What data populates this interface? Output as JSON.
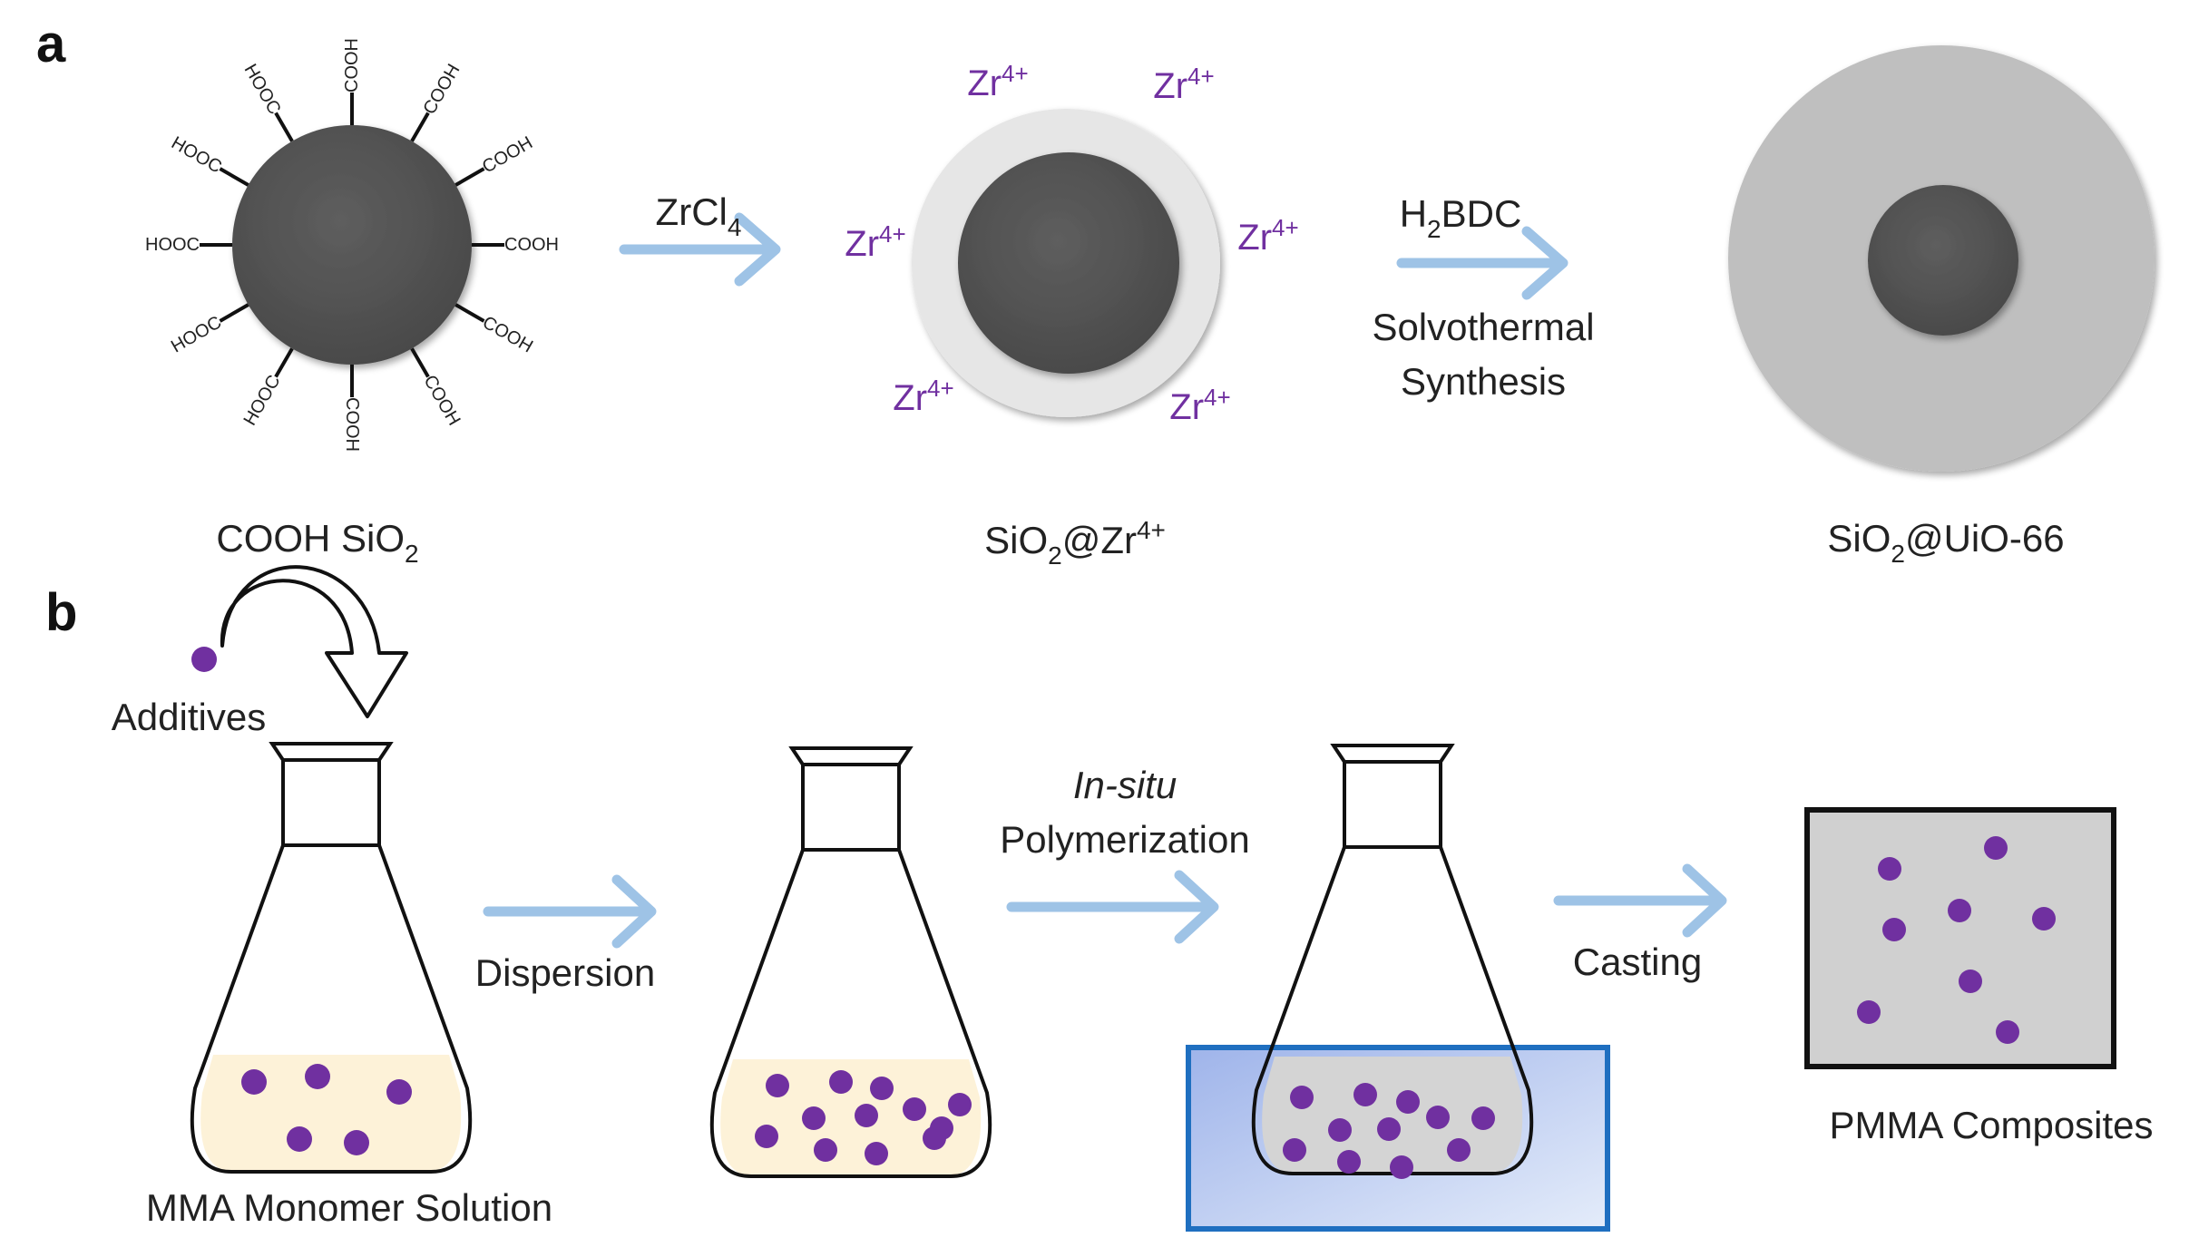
{
  "panels": {
    "a": "a",
    "b": "b"
  },
  "colors": {
    "arrow": "#9ec3e6",
    "zr_ion": "#7030a0",
    "particle": "#7030a0",
    "core": "#555555",
    "shell_zr": "#e6e6e6",
    "shell_uio": "#c0c0c0",
    "solution": "#fdf2d8",
    "bath": "#a9bde8",
    "bath_border": "#1f6fc0",
    "composite": "#d0d0d0"
  },
  "panel_a": {
    "step1": {
      "label_main": "COOH SiO",
      "label_sub": "2",
      "group": "COOH",
      "group_left": "HOOC"
    },
    "arrow1": {
      "reagent_main": "ZrCl",
      "reagent_sub": "4"
    },
    "step2": {
      "label_main": "SiO",
      "label_sub": "2",
      "label_rest": "@Zr",
      "label_sup": "4+",
      "ion_main": "Zr",
      "ion_sup": "4+"
    },
    "arrow2": {
      "reagent_main": "H",
      "reagent_sub": "2",
      "reagent_rest": "BDC",
      "condition_line1": "Solvothermal",
      "condition_line2": "Synthesis"
    },
    "step3": {
      "label_main": "SiO",
      "label_sub": "2",
      "label_rest": "@UiO-66"
    }
  },
  "panel_b": {
    "additives": "Additives",
    "flask1_label": "MMA Monomer Solution",
    "arrow1_label": "Dispersion",
    "arrow2_label_line1": "In-situ",
    "arrow2_label_line2": "Polymerization",
    "arrow3_label": "Casting",
    "composite_label": "PMMA Composites"
  }
}
